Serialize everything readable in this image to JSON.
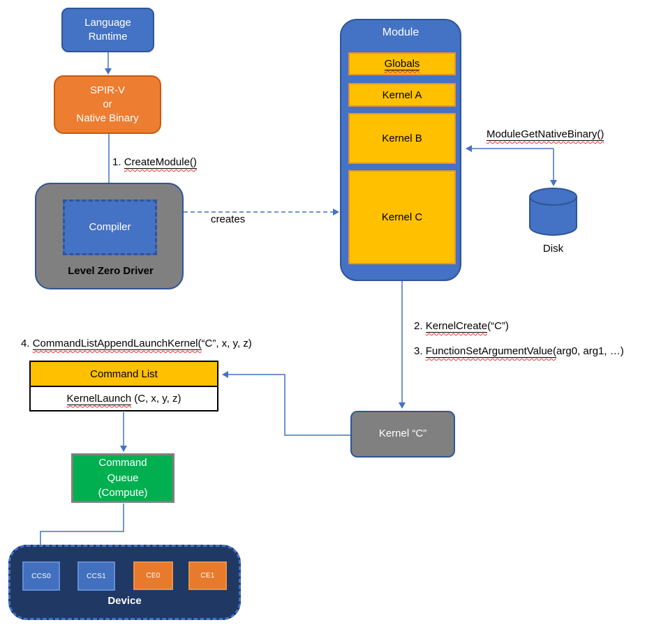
{
  "colors": {
    "accent_blue": "#4472C4",
    "dark_blue_border": "#2F5597",
    "orange": "#ED7D31",
    "amber": "#FFC000",
    "gray": "#808080",
    "green": "#00B050",
    "device_navy": "#1F3864",
    "connector_blue": "#4472C4",
    "squiggle_red": "#FF2B2B",
    "table_border_black": "#000000"
  },
  "nodes": {
    "language_runtime": {
      "label": "Language\nRuntime"
    },
    "spirv": {
      "label": "SPIR-V\nor\nNative Binary"
    },
    "compiler": {
      "label": "Compiler"
    },
    "driver": {
      "label": "Level Zero Driver"
    },
    "module": {
      "title": "Module",
      "items": [
        {
          "label": "Globals"
        },
        {
          "label": "Kernel A"
        },
        {
          "label": "Kernel B"
        },
        {
          "label": "Kernel C"
        }
      ]
    },
    "disk": {
      "label": "Disk"
    },
    "kernel_c": {
      "label": "Kernel “C”"
    },
    "command_list": {
      "header": "Command List",
      "row_fn": "KernelLaunch",
      "row_suffix": " (C, x, y, z)"
    },
    "command_queue": {
      "label": "Command\nQueue\n(Compute)"
    },
    "device": {
      "label": "Device",
      "engines": [
        {
          "label": "CCS0"
        },
        {
          "label": "CCS1"
        },
        {
          "label": "CE0"
        },
        {
          "label": "CE1"
        }
      ]
    }
  },
  "annotations": {
    "create_module": {
      "prefix": "1. ",
      "fn": "CreateModule()",
      "suffix": ""
    },
    "creates": {
      "label": "creates"
    },
    "module_get_native_binary": {
      "prefix": "",
      "fn": "ModuleGetNativeBinary()",
      "suffix": ""
    },
    "kernel_create": {
      "prefix": "2. ",
      "fn": "KernelCreate",
      "suffix": "(“C”)"
    },
    "function_set_argument_value": {
      "prefix": "3. ",
      "fn": "FunctionSetArgumentValue(",
      "suffix": "arg0, arg1, …)"
    },
    "command_list_append": {
      "prefix": "4. ",
      "fn": "CommandListAppendLaunchKernel(",
      "suffix": "“C”, x, y, z)"
    }
  }
}
